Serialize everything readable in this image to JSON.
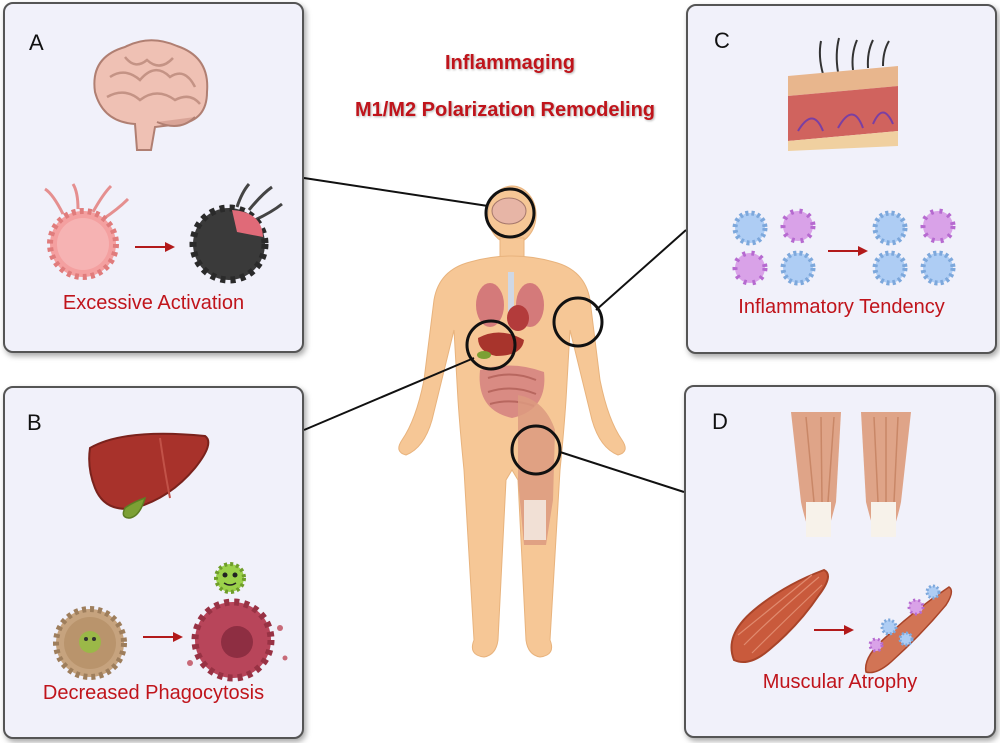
{
  "title": {
    "line1": "Inflammaging",
    "line2": "M1/M2 Polarization Remodeling"
  },
  "panels": {
    "a": {
      "letter": "A",
      "caption": "Excessive Activation",
      "organ": "brain"
    },
    "b": {
      "letter": "B",
      "caption": "Decreased Phagocytosis",
      "organ": "liver"
    },
    "c": {
      "letter": "C",
      "caption": "Inflammatory Tendency",
      "organ": "skin"
    },
    "d": {
      "letter": "D",
      "caption": "Muscular Atrophy",
      "organ": "muscle"
    }
  },
  "colors": {
    "caption_red": "#c0141b",
    "panel_bg": "#f1f1fa",
    "body_skin": "#f6c796",
    "arrow_red": "#b21a1a"
  }
}
